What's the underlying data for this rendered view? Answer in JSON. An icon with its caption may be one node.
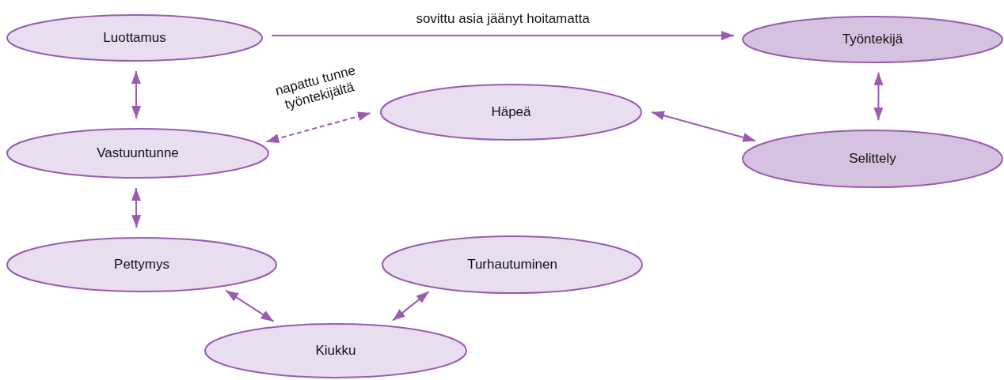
{
  "diagram": {
    "nodes": [
      {
        "text": [
          "Luottamus"
        ]
      },
      {
        "text": [
          "Työntekijä"
        ]
      },
      {
        "text": [
          "Häpeä"
        ]
      },
      {
        "text": [
          "Vastuuntunne"
        ]
      },
      {
        "text": [
          "Selittely"
        ]
      },
      {
        "text": [
          "Pettymys"
        ]
      },
      {
        "text": [
          "Turhautuminen"
        ]
      },
      {
        "text": [
          "Kiukku"
        ]
      }
    ],
    "edges": [
      {
        "from": 0,
        "to": 1,
        "arrow": "to",
        "label": "sovittu asia jäänyt hoitamatta"
      },
      {
        "from": 0,
        "to": 3,
        "arrow": "both"
      },
      {
        "from": 3,
        "to": 2,
        "arrow": "both",
        "style": "dashed",
        "label": "napattu tunne työntekijältä"
      },
      {
        "from": 2,
        "to": 4,
        "arrow": "both"
      },
      {
        "from": 1,
        "to": 4,
        "arrow": "both"
      },
      {
        "from": 3,
        "to": 5,
        "arrow": "both"
      },
      {
        "from": 5,
        "to": 7,
        "arrow": "both"
      },
      {
        "from": 7,
        "to": 6,
        "arrow": "both"
      }
    ]
  }
}
